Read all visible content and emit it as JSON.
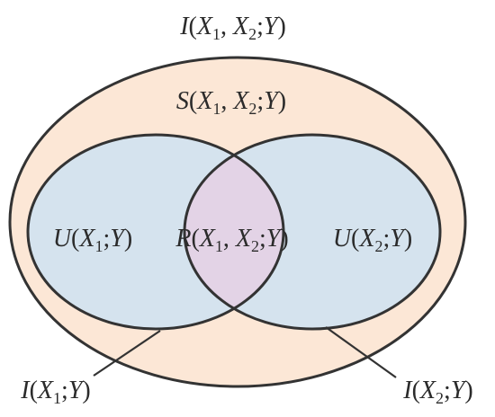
{
  "colors": {
    "outline": "#333333",
    "outer_fill": "#fce7d6",
    "circle_fill": "#d5e3ee",
    "overlap_fill": "#e3d3e6",
    "text": "#2b2b2b"
  },
  "labels": {
    "total_mi": {
      "func": "I",
      "open": "(",
      "v1": "X",
      "s1": "1",
      "comma": ", ",
      "v2": "X",
      "s2": "2",
      "semi": ";",
      "v3": "Y",
      "close": ")"
    },
    "synergy": {
      "func": "S",
      "open": "(",
      "v1": "X",
      "s1": "1",
      "comma": ", ",
      "v2": "X",
      "s2": "2",
      "semi": ";",
      "v3": "Y",
      "close": ")"
    },
    "unique_1": {
      "func": "U",
      "open": "(",
      "v1": "X",
      "s1": "1",
      "semi": ";",
      "v3": "Y",
      "close": ")"
    },
    "redundancy": {
      "func": "R",
      "open": "(",
      "v1": "X",
      "s1": "1",
      "comma": ", ",
      "v2": "X",
      "s2": "2",
      "semi": ";",
      "v3": "Y",
      "close": ")"
    },
    "unique_2": {
      "func": "U",
      "open": "(",
      "v1": "X",
      "s1": "2",
      "semi": ";",
      "v3": "Y",
      "close": ")"
    },
    "mi_1": {
      "func": "I",
      "open": "(",
      "v1": "X",
      "s1": "1",
      "semi": ";",
      "v3": "Y",
      "close": ")"
    },
    "mi_2": {
      "func": "I",
      "open": "(",
      "v1": "X",
      "s1": "2",
      "semi": ";",
      "v3": "Y",
      "close": ")"
    }
  }
}
